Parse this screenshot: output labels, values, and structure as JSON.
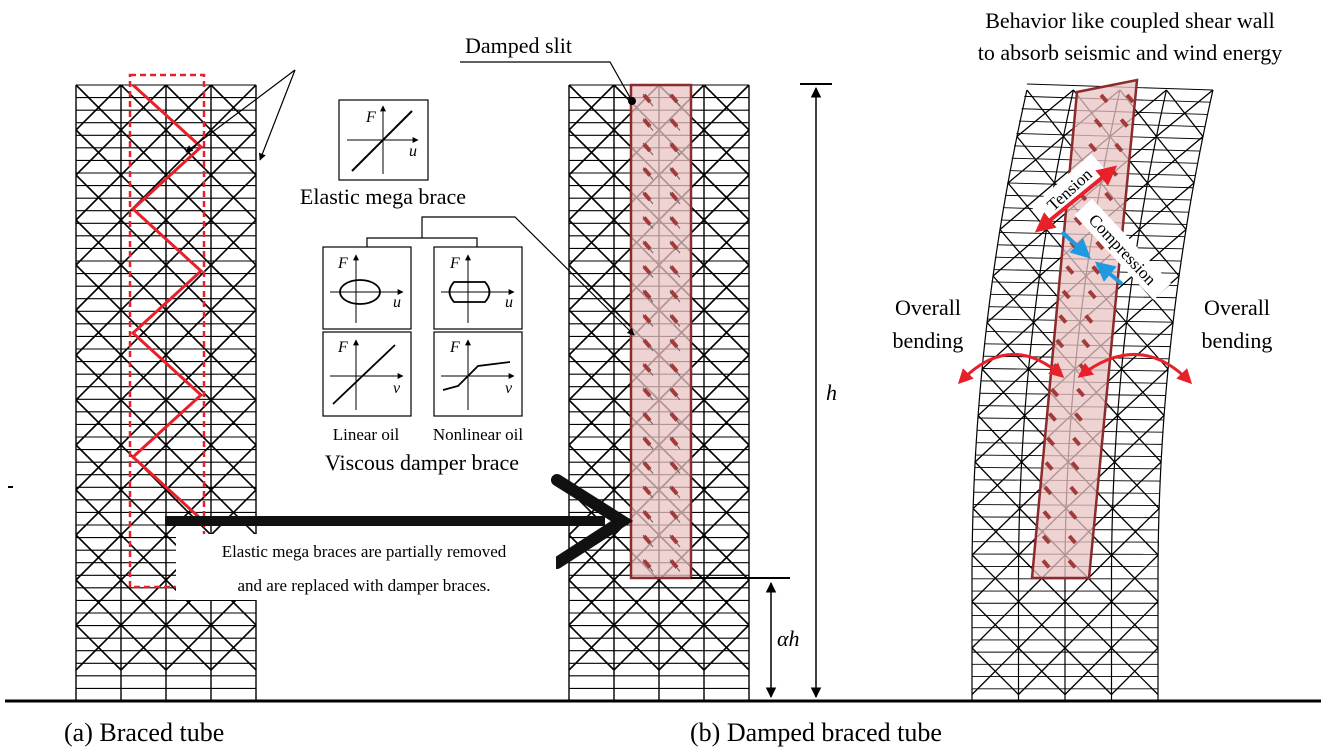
{
  "captions": {
    "a": "(a) Braced tube",
    "b": "(b) Damped braced tube"
  },
  "labels": {
    "damped_slit": "Damped slit",
    "elastic_mega_brace": "Elastic mega brace",
    "viscous_damper_brace": "Viscous damper brace",
    "linear_oil": "Linear oil",
    "nonlinear_oil": "Nonlinear oil",
    "replacement_note_line1": "Elastic mega braces are partially removed",
    "replacement_note_line2": "and are replaced with damper braces.",
    "behavior_line1": "Behavior like coupled shear wall",
    "behavior_line2": "to absorb seismic and wind energy",
    "tension": "Tension",
    "compression": "Compression",
    "overall_left_1": "Overall",
    "overall_left_2": "bending",
    "overall_right_1": "Overall",
    "overall_right_2": "bending",
    "height": "h",
    "alpha_height": "αh"
  },
  "axis_symbols": {
    "force": "F",
    "displacement": "u",
    "velocity": "v"
  },
  "colors": {
    "mega_brace": "#e8202a",
    "slit_fill": "#e9c3c3",
    "slit_stroke": "#8b2b2b",
    "damper": "#a33a3a",
    "compression_arrow": "#1e9be0",
    "tension_arrow": "#e8202a"
  }
}
